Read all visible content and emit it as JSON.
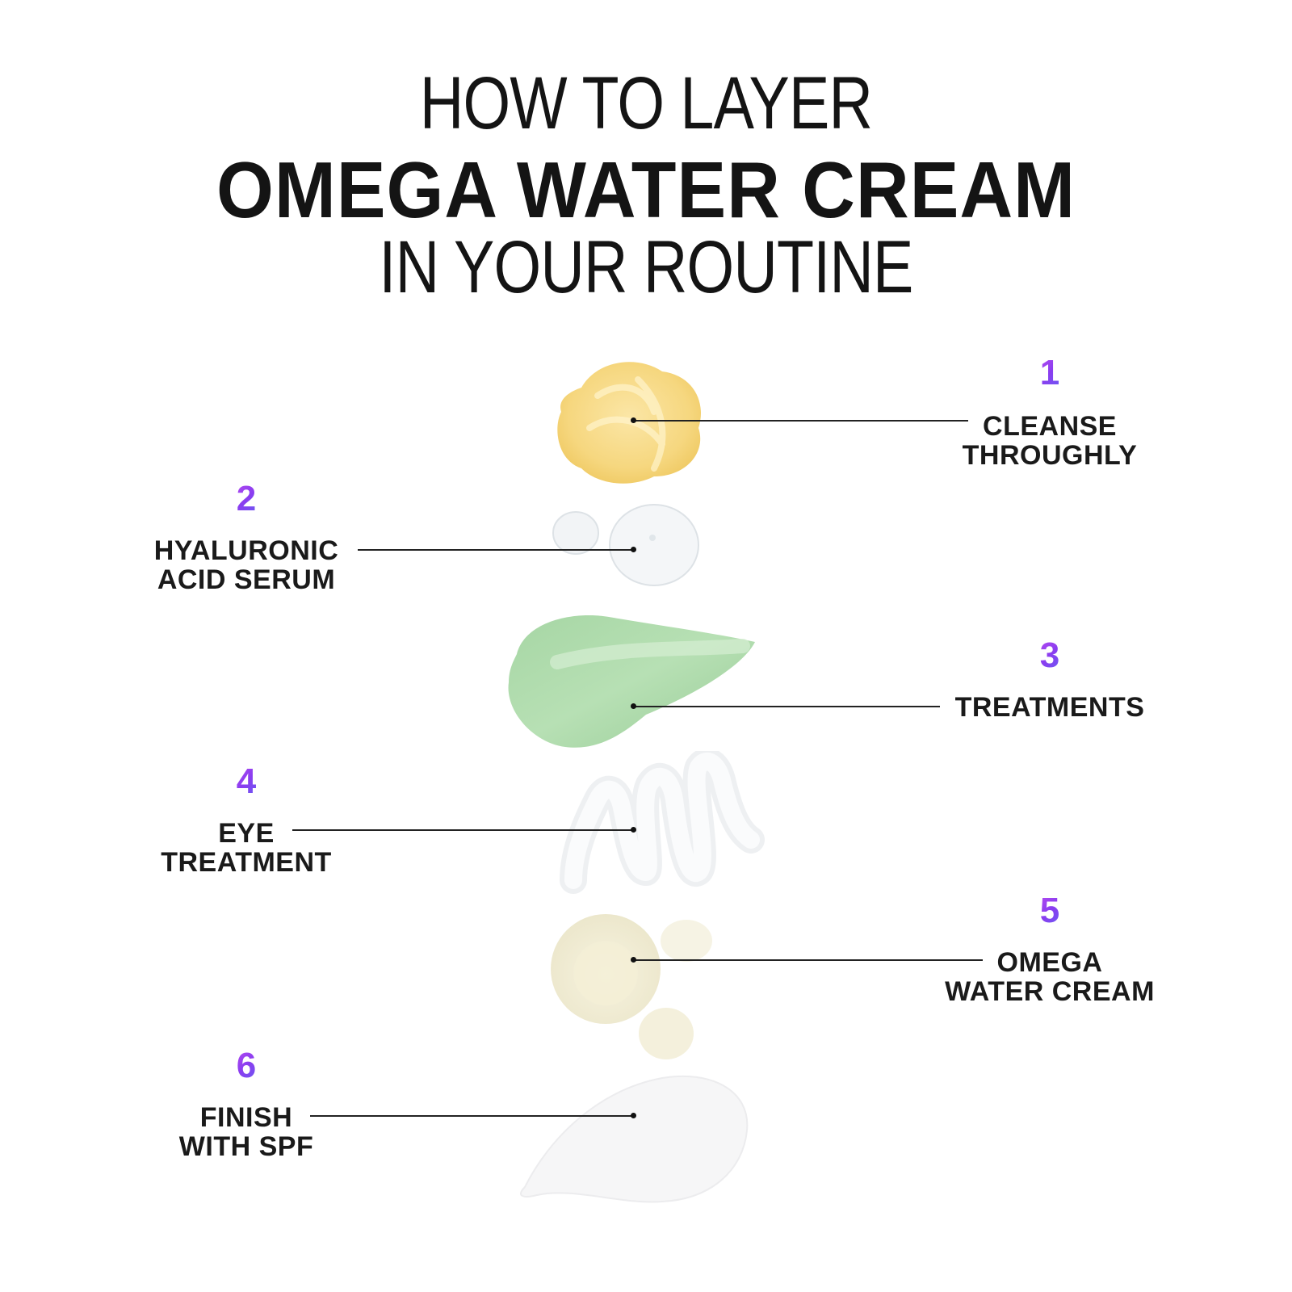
{
  "header": {
    "line1": "HOW TO LAYER",
    "line2": "OMEGA WATER CREAM",
    "line3": "IN YOUR ROUTINE"
  },
  "accent_gradient": [
    "#b44bf0",
    "#6a5cf2"
  ],
  "steps": [
    {
      "number": "1",
      "label_line1": "CLEANSE",
      "label_line2": "THROUGHLY",
      "side": "right",
      "texture": "yellow-cleanser-swirl"
    },
    {
      "number": "2",
      "label_line1": "HYALURONIC",
      "label_line2": "ACID SERUM",
      "side": "left",
      "texture": "clear-serum-drops"
    },
    {
      "number": "3",
      "label_line1": "TREATMENTS",
      "label_line2": "",
      "side": "right",
      "texture": "green-treatment-smear"
    },
    {
      "number": "4",
      "label_line1": "EYE",
      "label_line2": "TREATMENT",
      "side": "left",
      "texture": "white-zigzag-eye-cream"
    },
    {
      "number": "5",
      "label_line1": "OMEGA",
      "label_line2": "WATER CREAM",
      "side": "right",
      "texture": "ivory-cream-dollops"
    },
    {
      "number": "6",
      "label_line1": "FINISH",
      "label_line2": "WITH SPF",
      "side": "left",
      "texture": "white-spf-swipe"
    }
  ]
}
